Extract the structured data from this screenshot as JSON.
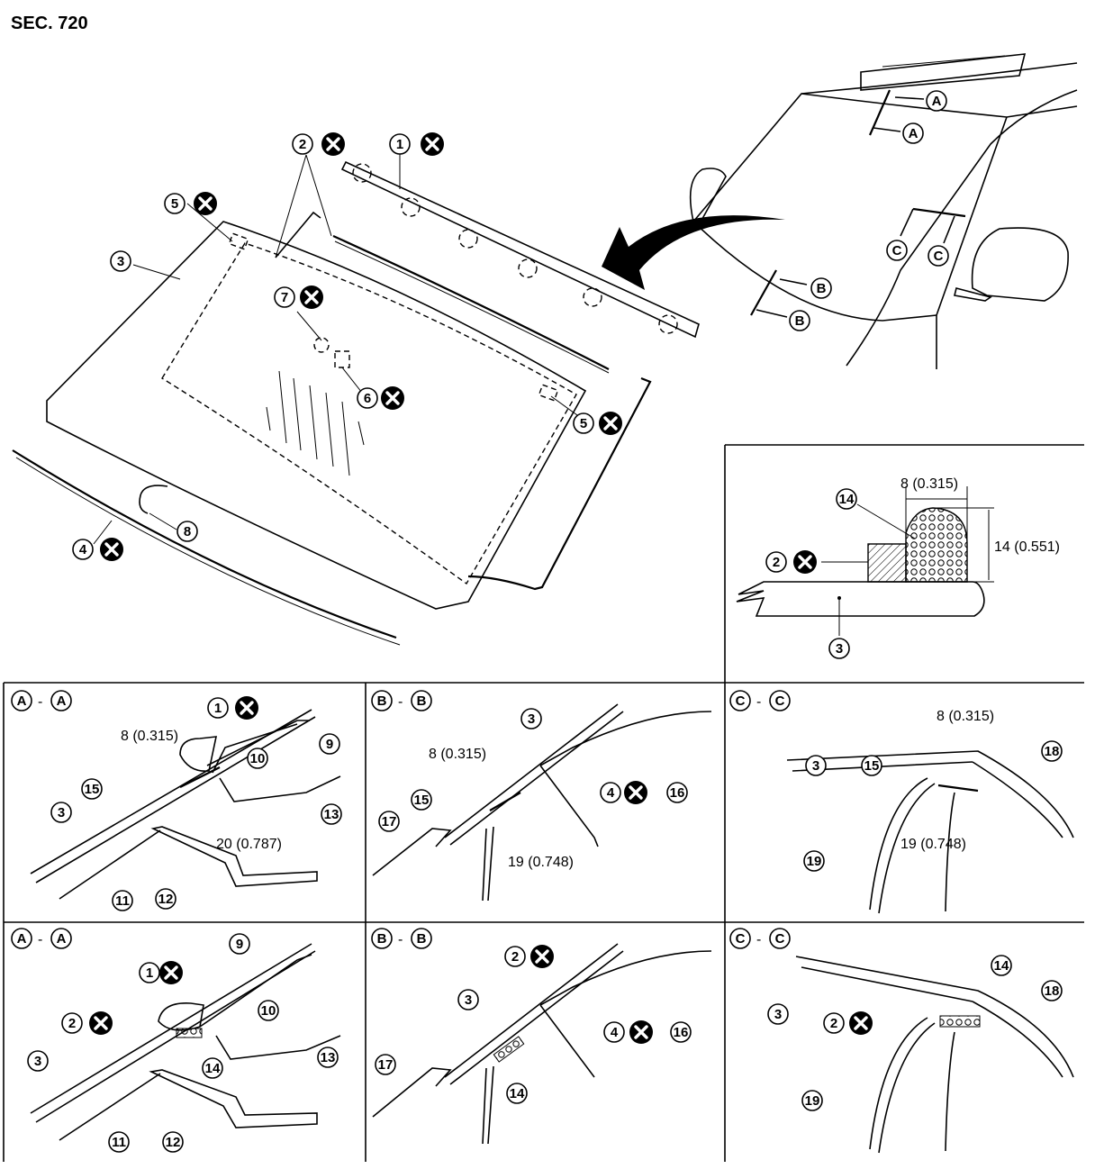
{
  "title": "SEC. 720",
  "callouts": {
    "c1": "1",
    "c2": "2",
    "c3": "3",
    "c4": "4",
    "c5": "5",
    "c6": "6",
    "c7": "7",
    "c8": "8",
    "c9": "9",
    "c10": "10",
    "c11": "11",
    "c12": "12",
    "c13": "13",
    "c14": "14",
    "c15": "15",
    "c16": "16",
    "c17": "17",
    "c18": "18",
    "c19": "19"
  },
  "section_letters": {
    "a": "A",
    "b": "B",
    "c": "C"
  },
  "section_sep": "-",
  "dimensions": {
    "d8": "8 (0.315)",
    "d14": "14 (0.551)",
    "d19": "19 (0.748)",
    "d20": "20 (0.787)"
  },
  "icons": {
    "replace_marker": "x-circle-icon",
    "section_marker": "circled-letter-icon"
  }
}
